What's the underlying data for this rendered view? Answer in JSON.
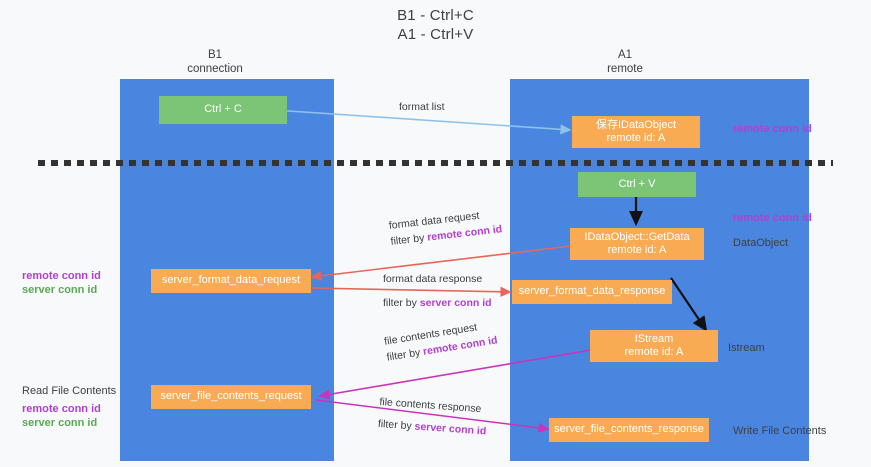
{
  "title": {
    "line1": "B1 - Ctrl+C",
    "line2": "A1 - Ctrl+V"
  },
  "columns": [
    {
      "name": "B1",
      "role": "connection"
    },
    {
      "name": "A1",
      "role": "remote"
    }
  ],
  "nodes": {
    "ctrl_c": {
      "line1": "Ctrl + C",
      "line2": ""
    },
    "save_idataobject": {
      "line1": "保存IDataObject",
      "line2": "remote id: A"
    },
    "ctrl_v": {
      "line1": "Ctrl + V",
      "line2": ""
    },
    "getdata": {
      "line1": "IDataObject::GetData",
      "line2": "remote id: A"
    },
    "fmt_req": {
      "line1": "server_format_data_request",
      "line2": ""
    },
    "fmt_resp": {
      "line1": "server_format_data_response",
      "line2": ""
    },
    "istream": {
      "line1": "IStream",
      "line2": "remote id: A"
    },
    "file_req": {
      "line1": "server_file_contents_request",
      "line2": ""
    },
    "file_resp": {
      "line1": "server_file_contents_response",
      "line2": ""
    }
  },
  "edge_labels": {
    "format_list": {
      "line1": "format list",
      "line2": "",
      "key2": ""
    },
    "format_data_req": {
      "line1": "format data request",
      "line2": "filter by ",
      "key2": "remote conn id"
    },
    "format_data_resp": {
      "line1": "format data response",
      "line2": "filter by ",
      "key2": "server conn id"
    },
    "file_contents_req": {
      "line1": "file contents request",
      "line2": "filter by ",
      "key2": "remote conn id"
    },
    "file_contents_resp": {
      "line1": "file contents response",
      "line2": "filter by ",
      "key2": "server conn id"
    }
  },
  "annotations": {
    "right_top": {
      "text": "remote conn id"
    },
    "right_mid": {
      "text": "remote conn id"
    },
    "right_dataobject": {
      "text": "DataObject"
    },
    "right_istream": {
      "text": "Istream"
    },
    "right_write": {
      "text": "Write File Contents"
    },
    "left_conn": {
      "line1": "remote conn id",
      "line2": "server conn id"
    },
    "left_read": {
      "text": "Read File Contents"
    },
    "left_conn2": {
      "line1": "remote conn id",
      "line2": "server conn id"
    }
  },
  "colors": {
    "lane": "#4a86e0",
    "node_green": "#7cc576",
    "node_orange": "#f9ab54",
    "purple": "#b23fcf",
    "green_text": "#5aaa52",
    "arrow_blue": "#8ec2ee",
    "arrow_red": "#e8655a",
    "arrow_magenta": "#cc33bb",
    "arrow_black": "#111111",
    "background": "#f8f9fa"
  }
}
